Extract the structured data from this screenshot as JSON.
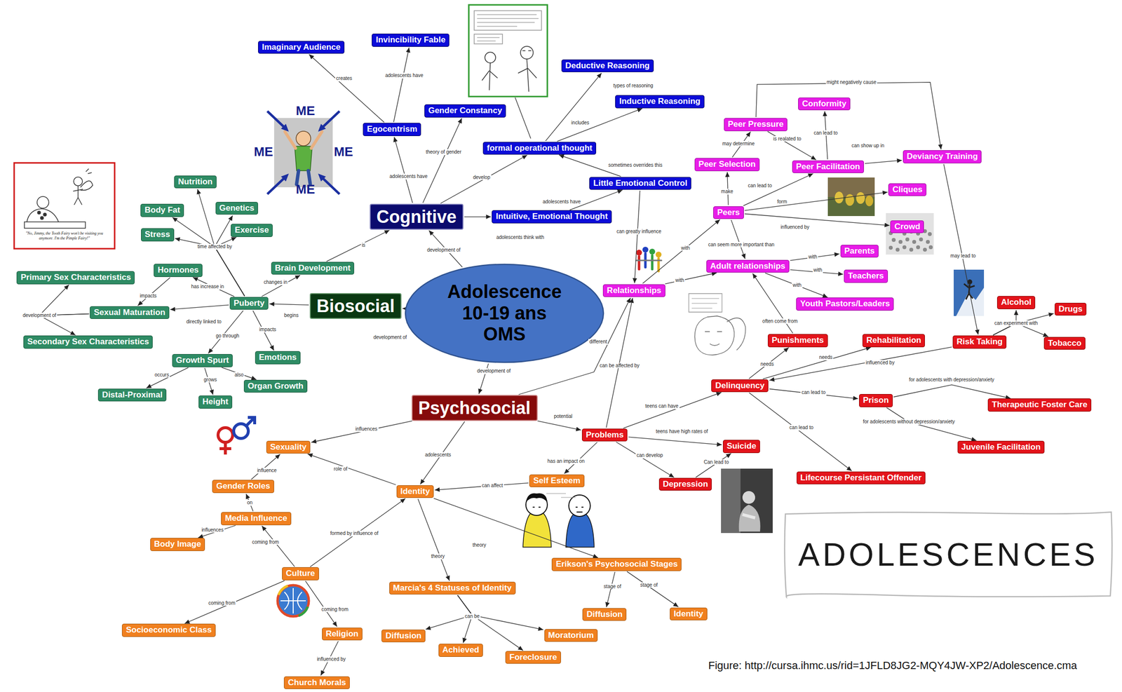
{
  "diagram": {
    "caption": "Figure: http://cursa.ihmc.us/rid=1JFLD8JG2-MQY4JW-XP2/Adolescence.cma",
    "nodes": [
      {
        "text": [
          "Adolescence 10-19 ans OMS"
        ]
      },
      {
        "text": [
          "Cognitive"
        ]
      },
      {
        "text": [
          "Imaginary Audience"
        ]
      },
      {
        "text": [
          "Invincibility Fable"
        ]
      },
      {
        "text": [
          "Egocentrism"
        ]
      },
      {
        "text": [
          "Gender Constancy"
        ]
      },
      {
        "text": [
          "formal operational thought"
        ]
      },
      {
        "text": [
          "Deductive Reasoning"
        ]
      },
      {
        "text": [
          "Inductive Reasoning"
        ]
      },
      {
        "text": [
          "Little Emotional Control"
        ]
      },
      {
        "text": [
          "Intuitive, Emotional Thought"
        ]
      },
      {
        "text": [
          "Biosocial"
        ]
      },
      {
        "text": [
          "Brain Development"
        ]
      },
      {
        "text": [
          "Puberty"
        ]
      },
      {
        "text": [
          "Nutrition"
        ]
      },
      {
        "text": [
          "Body Fat"
        ]
      },
      {
        "text": [
          "Genetics"
        ]
      },
      {
        "text": [
          "Stress"
        ]
      },
      {
        "text": [
          "Exercise"
        ]
      },
      {
        "text": [
          "Hormones"
        ]
      },
      {
        "text": [
          "Primary Sex Characteristics"
        ]
      },
      {
        "text": [
          "Sexual Maturation"
        ]
      },
      {
        "text": [
          "Secondary Sex Characteristics"
        ]
      },
      {
        "text": [
          "Growth Spurt"
        ]
      },
      {
        "text": [
          "Emotions"
        ]
      },
      {
        "text": [
          "Distal-Proximal"
        ]
      },
      {
        "text": [
          "Height"
        ]
      },
      {
        "text": [
          "Organ Growth"
        ]
      },
      {
        "text": [
          "Psychosocial"
        ]
      },
      {
        "text": [
          "Sexuality"
        ]
      },
      {
        "text": [
          "Gender Roles"
        ]
      },
      {
        "text": [
          "Media Influence"
        ]
      },
      {
        "text": [
          "Body Image"
        ]
      },
      {
        "text": [
          "Culture"
        ]
      },
      {
        "text": [
          "Socioeconomic Class"
        ]
      },
      {
        "text": [
          "Religion"
        ]
      },
      {
        "text": [
          "Church Morals"
        ]
      },
      {
        "text": [
          "Identity"
        ]
      },
      {
        "text": [
          "Self Esteem"
        ]
      },
      {
        "text": [
          "Marcia's 4 Statuses of Identity"
        ]
      },
      {
        "text": [
          "Diffusion"
        ]
      },
      {
        "text": [
          "Achieved"
        ]
      },
      {
        "text": [
          "Foreclosure"
        ]
      },
      {
        "text": [
          "Moratorium"
        ]
      },
      {
        "text": [
          "Erikson's Psychosocial Stages"
        ]
      },
      {
        "text": [
          "Diffusion"
        ]
      },
      {
        "text": [
          "Identity"
        ]
      },
      {
        "text": [
          "Relationships"
        ]
      },
      {
        "text": [
          "Peers"
        ]
      },
      {
        "text": [
          "Peer Selection"
        ]
      },
      {
        "text": [
          "Peer Pressure"
        ]
      },
      {
        "text": [
          "Conformity"
        ]
      },
      {
        "text": [
          "Peer Facilitation"
        ]
      },
      {
        "text": [
          "Deviancy Training"
        ]
      },
      {
        "text": [
          "Cliques"
        ]
      },
      {
        "text": [
          "Crowd"
        ]
      },
      {
        "text": [
          "Adult relationships"
        ]
      },
      {
        "text": [
          "Parents"
        ]
      },
      {
        "text": [
          "Teachers"
        ]
      },
      {
        "text": [
          "Youth Pastors/Leaders"
        ]
      },
      {
        "text": [
          "Problems"
        ]
      },
      {
        "text": [
          "Delinquency"
        ]
      },
      {
        "text": [
          "Punishments"
        ]
      },
      {
        "text": [
          "Rehabilitation"
        ]
      },
      {
        "text": [
          "Risk Taking"
        ]
      },
      {
        "text": [
          "Alcohol"
        ]
      },
      {
        "text": [
          "Drugs"
        ]
      },
      {
        "text": [
          "Tobacco"
        ]
      },
      {
        "text": [
          "Prison"
        ]
      },
      {
        "text": [
          "Therapeutic Foster Care"
        ]
      },
      {
        "text": [
          "Juvenile Facilitation"
        ]
      },
      {
        "text": [
          "Lifecourse Persistant Offender"
        ]
      },
      {
        "text": [
          "Suicide"
        ]
      },
      {
        "text": [
          "Depression"
        ]
      },
      {
        "text": [
          "ADOLESCENCES"
        ]
      }
    ],
    "edges": [
      {
        "from": 0,
        "to": 1,
        "arrow": "to",
        "label": "development of"
      },
      {
        "from": 0,
        "to": 11,
        "arrow": "to",
        "label": "development of"
      },
      {
        "from": 0,
        "to": 28,
        "arrow": "to",
        "label": "development of"
      },
      {
        "from": 28,
        "to": 47,
        "arrow": "to",
        "label": "different"
      },
      {
        "from": 1,
        "to": 4,
        "arrow": "to",
        "label": "adolescents have"
      },
      {
        "from": 4,
        "to": 2,
        "arrow": "to",
        "label": "creates"
      },
      {
        "from": 4,
        "to": 3,
        "arrow": "to",
        "label": "adolescents have"
      },
      {
        "from": 1,
        "to": 5,
        "arrow": "to",
        "label": "theory of gender"
      },
      {
        "from": 1,
        "to": 6,
        "arrow": "to",
        "label": "develop"
      },
      {
        "from": 6,
        "to": 7,
        "arrow": "to",
        "label": "includes"
      },
      {
        "from": 6,
        "to": 8,
        "arrow": "to",
        "label": "types of reasoning"
      },
      {
        "from": 9,
        "to": 6,
        "arrow": "to",
        "label": "sometimes overrides this"
      },
      {
        "from": 10,
        "to": 9,
        "arrow": "to",
        "label": "adolescents have"
      },
      {
        "from": 1,
        "to": 10,
        "arrow": "to",
        "label": "adolescents think with"
      },
      {
        "from": 9,
        "to": 47,
        "arrow": "to",
        "label": "can greatly influence"
      },
      {
        "from": 12,
        "to": 1,
        "arrow": "to",
        "label": "is"
      },
      {
        "from": 11,
        "to": 13,
        "arrow": "to",
        "label": "begins"
      },
      {
        "from": 13,
        "to": 12,
        "arrow": "to",
        "label": "changes in"
      },
      {
        "from": 13,
        "to": 14,
        "arrow": "to",
        "label": "time affected by"
      },
      {
        "from": 13,
        "to": 15,
        "arrow": "to"
      },
      {
        "from": 13,
        "to": 16,
        "arrow": "to"
      },
      {
        "from": 13,
        "to": 17,
        "arrow": "to"
      },
      {
        "from": 13,
        "to": 18,
        "arrow": "to"
      },
      {
        "from": 13,
        "to": 19,
        "arrow": "to",
        "label": "has increase in"
      },
      {
        "from": 19,
        "to": 21,
        "arrow": "to",
        "label": "impacts"
      },
      {
        "from": 13,
        "to": 21,
        "arrow": "to",
        "label": "directly linked to"
      },
      {
        "from": 21,
        "to": 20,
        "arrow": "to",
        "label": "development of"
      },
      {
        "from": 21,
        "to": 22,
        "arrow": "to"
      },
      {
        "from": 13,
        "to": 23,
        "arrow": "to",
        "label": "go through"
      },
      {
        "from": 13,
        "to": 24,
        "arrow": "to",
        "label": "impacts"
      },
      {
        "from": 23,
        "to": 25,
        "arrow": "to",
        "label": "occurs"
      },
      {
        "from": 23,
        "to": 26,
        "arrow": "to",
        "label": "grows"
      },
      {
        "from": 23,
        "to": 27,
        "arrow": "to",
        "label": "also"
      },
      {
        "from": 28,
        "to": 29,
        "arrow": "to",
        "label": "influences"
      },
      {
        "from": 28,
        "to": 37,
        "arrow": "to",
        "label": "adolescents"
      },
      {
        "from": 28,
        "to": 60,
        "arrow": "to",
        "label": "potential"
      },
      {
        "from": 30,
        "to": 29,
        "arrow": "to",
        "label": "influence"
      },
      {
        "from": 37,
        "to": 29,
        "arrow": "to",
        "label": "role of"
      },
      {
        "from": 31,
        "to": 30,
        "arrow": "to",
        "label": "on"
      },
      {
        "from": 31,
        "to": 32,
        "arrow": "to",
        "label": "influences"
      },
      {
        "from": 33,
        "to": 31,
        "arrow": "to",
        "label": "coming from"
      },
      {
        "from": 33,
        "to": 37,
        "arrow": "to",
        "label": "formed by influence of"
      },
      {
        "from": 33,
        "to": 34,
        "arrow": "to",
        "label": "coming from"
      },
      {
        "from": 33,
        "to": 35,
        "arrow": "to",
        "label": "coming from"
      },
      {
        "from": 35,
        "to": 36,
        "arrow": "to",
        "label": "influenced by"
      },
      {
        "from": 38,
        "to": 37,
        "arrow": "to",
        "label": "can affect"
      },
      {
        "from": 37,
        "to": 39,
        "arrow": "to",
        "label": "theory"
      },
      {
        "from": 37,
        "to": 44,
        "arrow": "to",
        "label": "theory"
      },
      {
        "from": 39,
        "to": 40,
        "arrow": "to",
        "label": "can be"
      },
      {
        "from": 39,
        "to": 41,
        "arrow": "to"
      },
      {
        "from": 39,
        "to": 42,
        "arrow": "to"
      },
      {
        "from": 39,
        "to": 43,
        "arrow": "to"
      },
      {
        "from": 44,
        "to": 45,
        "arrow": "to",
        "label": "stage of"
      },
      {
        "from": 44,
        "to": 46,
        "arrow": "to",
        "label": "stage of"
      },
      {
        "from": 60,
        "to": 38,
        "arrow": "to",
        "label": "has an impact on"
      },
      {
        "from": 60,
        "to": 47,
        "arrow": "to",
        "label": "can be affected by"
      },
      {
        "from": 60,
        "to": 61,
        "arrow": "to",
        "label": "teens can have"
      },
      {
        "from": 60,
        "to": 72,
        "arrow": "to",
        "label": "teens have high rates of"
      },
      {
        "from": 60,
        "to": 73,
        "arrow": "to",
        "label": "can develop"
      },
      {
        "from": 73,
        "to": 72,
        "arrow": "to",
        "label": "Can lead to"
      },
      {
        "from": 61,
        "to": 62,
        "arrow": "to",
        "label": "needs"
      },
      {
        "from": 61,
        "to": 63,
        "arrow": "to",
        "label": "needs"
      },
      {
        "from": 61,
        "to": 68,
        "arrow": "to",
        "label": "can lead to"
      },
      {
        "from": 61,
        "to": 71,
        "arrow": "to",
        "label": "can lead to"
      },
      {
        "from": 64,
        "to": 61,
        "arrow": "to",
        "label": "influenced by"
      },
      {
        "from": 64,
        "to": 65,
        "arrow": "to",
        "label": "can experiment with"
      },
      {
        "from": 64,
        "to": 66,
        "arrow": "to"
      },
      {
        "from": 64,
        "to": 67,
        "arrow": "to"
      },
      {
        "from": 68,
        "to": 69,
        "arrow": "to",
        "label": "for adolescents with depression/anxiety"
      },
      {
        "from": 68,
        "to": 70,
        "arrow": "to",
        "label": "for adolescents without depression/anxiety"
      },
      {
        "from": 62,
        "to": 56,
        "arrow": "to",
        "label": "often come from"
      },
      {
        "from": 47,
        "to": 48,
        "arrow": "to",
        "label": "with"
      },
      {
        "from": 47,
        "to": 56,
        "arrow": "to",
        "label": "with"
      },
      {
        "from": 56,
        "to": 57,
        "arrow": "to",
        "label": "with"
      },
      {
        "from": 56,
        "to": 58,
        "arrow": "to",
        "label": "with"
      },
      {
        "from": 56,
        "to": 59,
        "arrow": "to",
        "label": "with"
      },
      {
        "from": 48,
        "to": 56,
        "arrow": "to",
        "label": "can seem more important than"
      },
      {
        "from": 48,
        "to": 49,
        "arrow": "to",
        "label": "make"
      },
      {
        "from": 49,
        "to": 50,
        "arrow": "to",
        "label": "may determine"
      },
      {
        "from": 50,
        "to": 52,
        "arrow": "to",
        "label": "is realated to"
      },
      {
        "from": 48,
        "to": 52,
        "arrow": "to",
        "label": "can lead to"
      },
      {
        "from": 52,
        "to": 51,
        "arrow": "to",
        "label": "can lead to"
      },
      {
        "from": 52,
        "to": 53,
        "arrow": "to",
        "label": "can show up in"
      },
      {
        "from": 50,
        "to": 53,
        "arrow": "to",
        "label": "might negatively cause"
      },
      {
        "from": 48,
        "to": 54,
        "arrow": "to",
        "label": "form"
      },
      {
        "from": 48,
        "to": 55,
        "arrow": "to",
        "label": "influenced by"
      },
      {
        "from": 53,
        "to": 64,
        "arrow": "to",
        "label": "may lead to"
      }
    ],
    "labels": [
      "ME",
      "ME",
      "ME",
      "ME",
      "\"No, Jimmy, the Tooth Fairy won't be visiting you anymore. I'm the Pimple Fairy!\""
    ]
  }
}
